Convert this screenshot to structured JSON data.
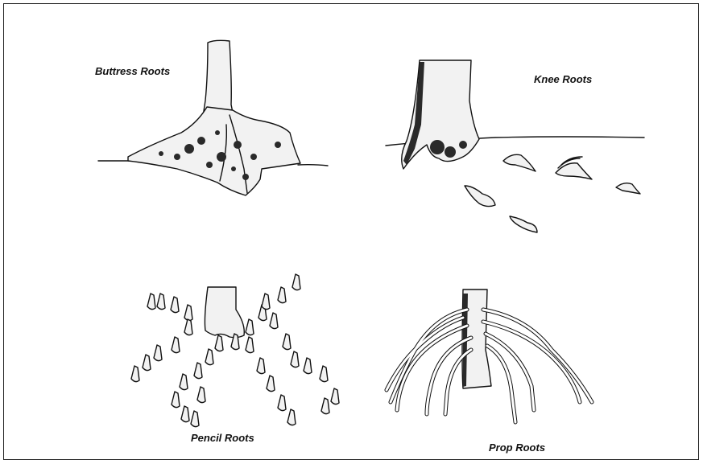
{
  "figure": {
    "panels": [
      {
        "id": "buttress",
        "label": "Buttress Roots"
      },
      {
        "id": "knee",
        "label": "Knee Roots"
      },
      {
        "id": "pencil",
        "label": "Pencil Roots"
      },
      {
        "id": "prop",
        "label": "Prop Roots"
      }
    ]
  },
  "colors": {
    "ink": "#111111",
    "paper": "#ffffff",
    "stipple": "#2a2a2a"
  }
}
